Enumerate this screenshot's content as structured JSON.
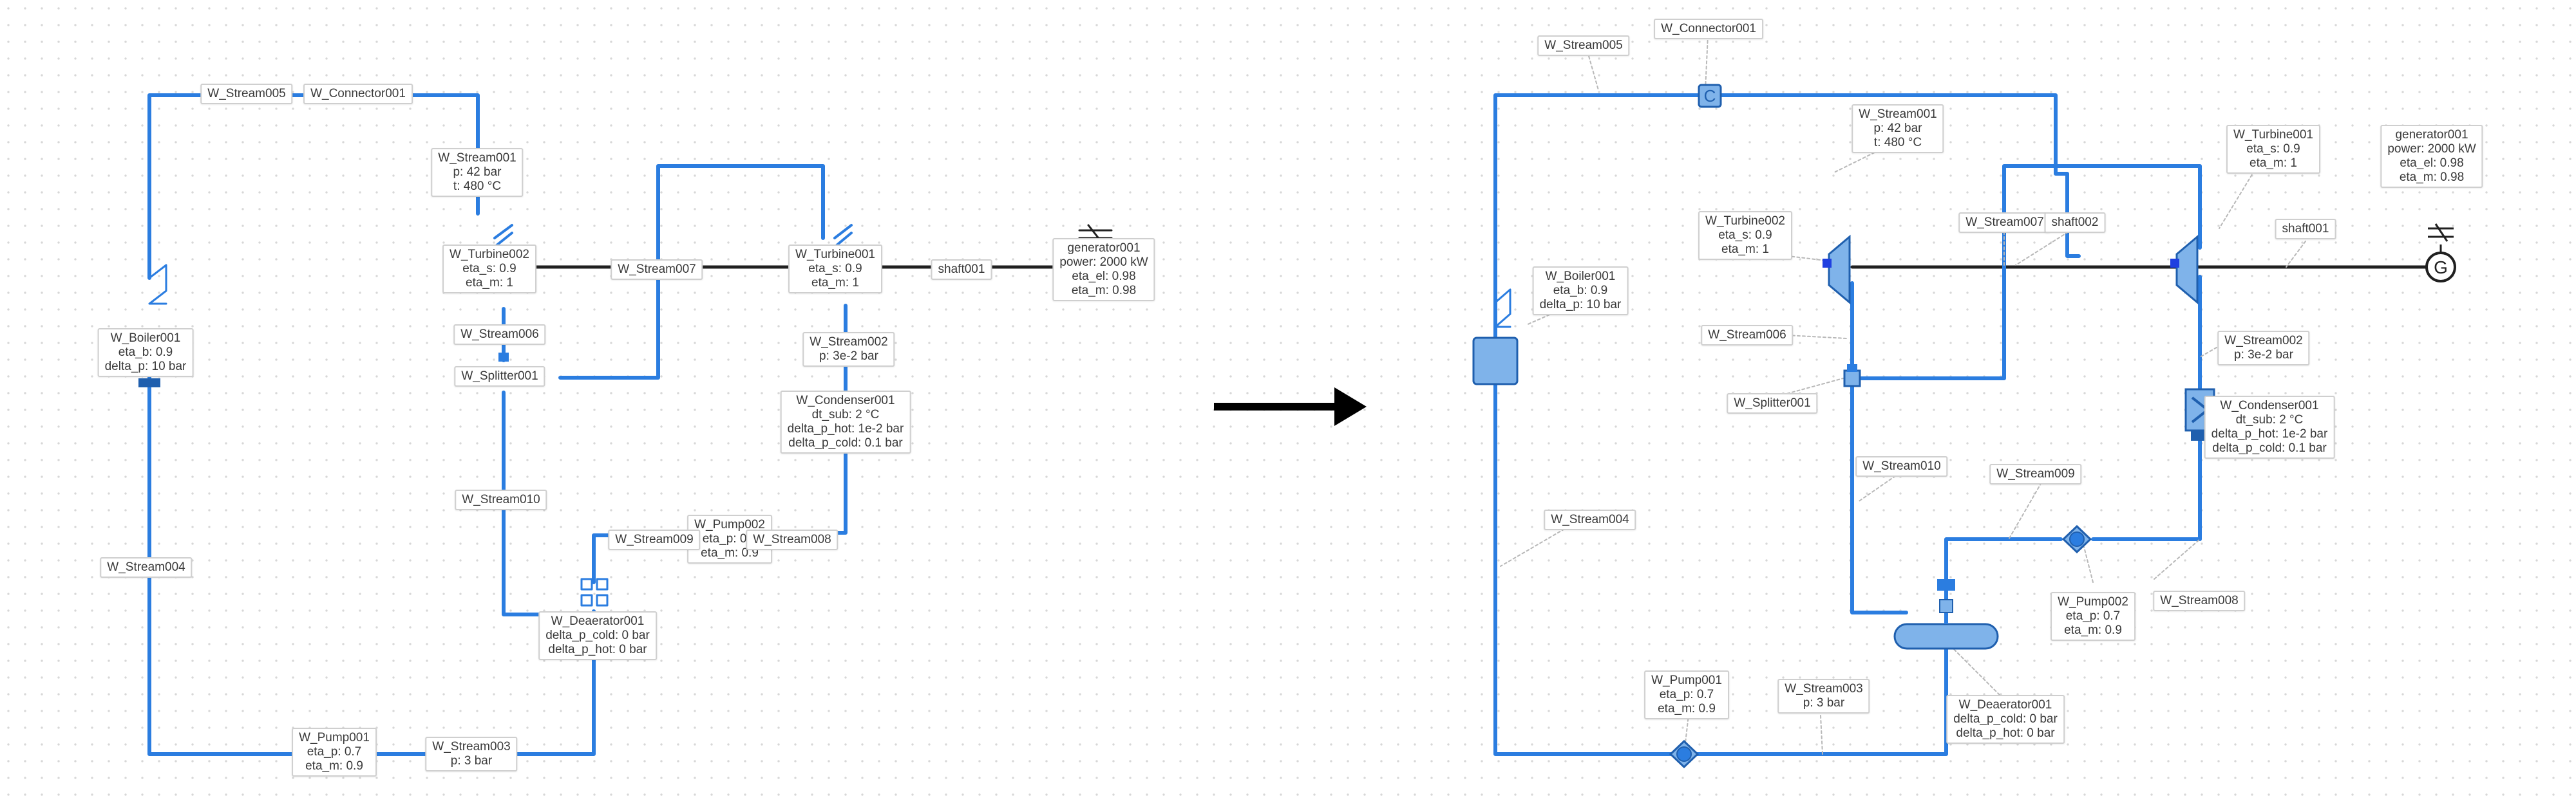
{
  "colors": {
    "stream": "#2b7de0",
    "shaft": "#202020",
    "leader": "#b8b8b8",
    "component_fill": "#7fb3ea",
    "component_stroke": "#1f5fae",
    "arrow": "#000000"
  },
  "left": {
    "W_Stream005": [
      "W_Stream005"
    ],
    "W_Connector001": [
      "W_Connector001"
    ],
    "W_Stream001": [
      "W_Stream001",
      "p: 42 bar",
      "t: 480 °C"
    ],
    "W_Turbine002": [
      "W_Turbine002",
      "eta_s: 0.9",
      "eta_m: 1"
    ],
    "W_Stream007": [
      "W_Stream007"
    ],
    "W_Turbine001": [
      "W_Turbine001",
      "eta_s: 0.9",
      "eta_m: 1"
    ],
    "shaft001": [
      "shaft001"
    ],
    "generator001": [
      "generator001",
      "power: 2000 kW",
      "eta_el: 0.98",
      "eta_m: 0.98"
    ],
    "W_Boiler001": [
      "W_Boiler001",
      "eta_b: 0.9",
      "delta_p: 10 bar"
    ],
    "W_Stream006": [
      "W_Stream006"
    ],
    "W_Splitter001": [
      "W_Splitter001"
    ],
    "W_Stream002": [
      "W_Stream002",
      "p: 3e-2 bar"
    ],
    "W_Condenser001": [
      "W_Condenser001",
      "dt_sub: 2 °C",
      "delta_p_hot: 1e-2 bar",
      "delta_p_cold: 0.1 bar"
    ],
    "W_Stream010": [
      "W_Stream010"
    ],
    "W_Pump002": [
      "W_Pump002",
      "eta_p: 0.7",
      "eta_m: 0.9"
    ],
    "W_Stream009": [
      "W_Stream009"
    ],
    "W_Stream008": [
      "W_Stream008"
    ],
    "W_Stream004": [
      "W_Stream004"
    ],
    "W_Deaerator001": [
      "W_Deaerator001",
      "delta_p_cold: 0 bar",
      "delta_p_hot: 0 bar"
    ],
    "W_Pump001": [
      "W_Pump001",
      "eta_p: 0.7",
      "eta_m: 0.9"
    ],
    "W_Stream003": [
      "W_Stream003",
      "p: 3 bar"
    ]
  },
  "right": {
    "W_Stream005": [
      "W_Stream005"
    ],
    "W_Connector001": [
      "W_Connector001"
    ],
    "W_Stream001": [
      "W_Stream001",
      "p: 42 bar",
      "t: 480 °C"
    ],
    "W_Turbine001": [
      "W_Turbine001",
      "eta_s: 0.9",
      "eta_m: 1"
    ],
    "generator001": [
      "generator001",
      "power: 2000 kW",
      "eta_el: 0.98",
      "eta_m: 0.98"
    ],
    "W_Turbine002": [
      "W_Turbine002",
      "eta_s: 0.9",
      "eta_m: 1"
    ],
    "W_Stream007": [
      "W_Stream007"
    ],
    "shaft002": [
      "shaft002"
    ],
    "shaft001": [
      "shaft001"
    ],
    "W_Boiler001": [
      "W_Boiler001",
      "eta_b: 0.9",
      "delta_p: 10 bar"
    ],
    "W_Stream006": [
      "W_Stream006"
    ],
    "W_Stream002": [
      "W_Stream002",
      "p: 3e-2 bar"
    ],
    "W_Splitter001": [
      "W_Splitter001"
    ],
    "W_Condenser001": [
      "W_Condenser001",
      "dt_sub: 2 °C",
      "delta_p_hot: 1e-2 bar",
      "delta_p_cold: 0.1 bar"
    ],
    "W_Stream010": [
      "W_Stream010"
    ],
    "W_Stream009": [
      "W_Stream009"
    ],
    "W_Stream004": [
      "W_Stream004"
    ],
    "W_Stream008": [
      "W_Stream008"
    ],
    "W_Pump002": [
      "W_Pump002",
      "eta_p: 0.7",
      "eta_m: 0.9"
    ],
    "W_Pump001": [
      "W_Pump001",
      "eta_p: 0.7",
      "eta_m: 0.9"
    ],
    "W_Stream003": [
      "W_Stream003",
      "p: 3 bar"
    ],
    "W_Deaerator001": [
      "W_Deaerator001",
      "delta_p_cold: 0 bar",
      "delta_p_hot: 0 bar"
    ]
  }
}
